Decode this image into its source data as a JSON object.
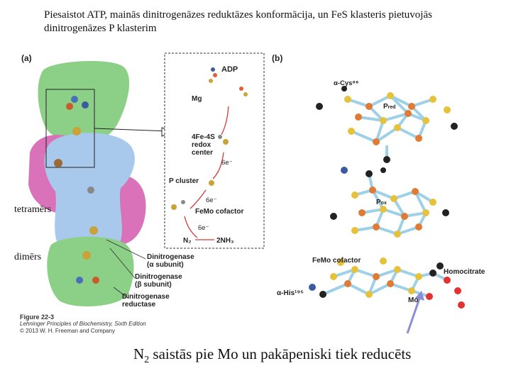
{
  "slide": {
    "title": "Piesaistot ATP, mainās dinitrogenāzes reduktāzes konformācija, un FeS klasteris pietuvojās dinitrogenāzes P klasterim",
    "tetramer_label": "tetramērs",
    "dimer_label": "dimērs",
    "bottom_text_pre": "N",
    "bottom_text_sub": "2",
    "bottom_text_post": " saistās pie Mo un pakāpeniski tiek reducēts"
  },
  "figure": {
    "panel_a": "(a)",
    "panel_b": "(b)",
    "labels": {
      "adp": "ADP",
      "mg": "Mg",
      "fe4s4_1": "4Fe-4S",
      "fe4s4_2": "redox",
      "fe4s4_3": "center",
      "e1": "6e⁻",
      "p_cluster": "P cluster",
      "e2": "6e⁻",
      "femo_cofactor_a": "FeMo cofactor",
      "e3": "6e⁻",
      "n2": "N₂",
      "nh3": "2NH₃",
      "dinit_a_1": "Dinitrogenase",
      "dinit_a_2": "(α subunit)",
      "dinit_b_1": "Dinitrogenase",
      "dinit_b_2": "(β subunit)",
      "reductase_1": "Dinitrogenase",
      "reductase_2": "reductase",
      "cys": "α-Cys⁸⁸",
      "pred": "P",
      "pred_sub": "red",
      "pox": "P",
      "pox_sub": "ox",
      "femo_b": "FeMo cofactor",
      "homocitrate": "Homocitrate",
      "his": "α-His¹⁹⁵",
      "mo": "Mo"
    },
    "caption": {
      "title": "Figure 22-3",
      "line1": "Lehninger Principles of Biochemistry, Sixth Edition",
      "line2": "© 2013 W. H. Freeman and Company"
    },
    "colors": {
      "green": "#8ccf86",
      "blue": "#a8c8ec",
      "pink": "#d972b8",
      "bond": "#9ed0e8",
      "iron": "#e07a34",
      "sulfur": "#e6c23a",
      "carbon": "#222222",
      "oxygen": "#e23232",
      "arrow": "#8a8ed8"
    }
  }
}
